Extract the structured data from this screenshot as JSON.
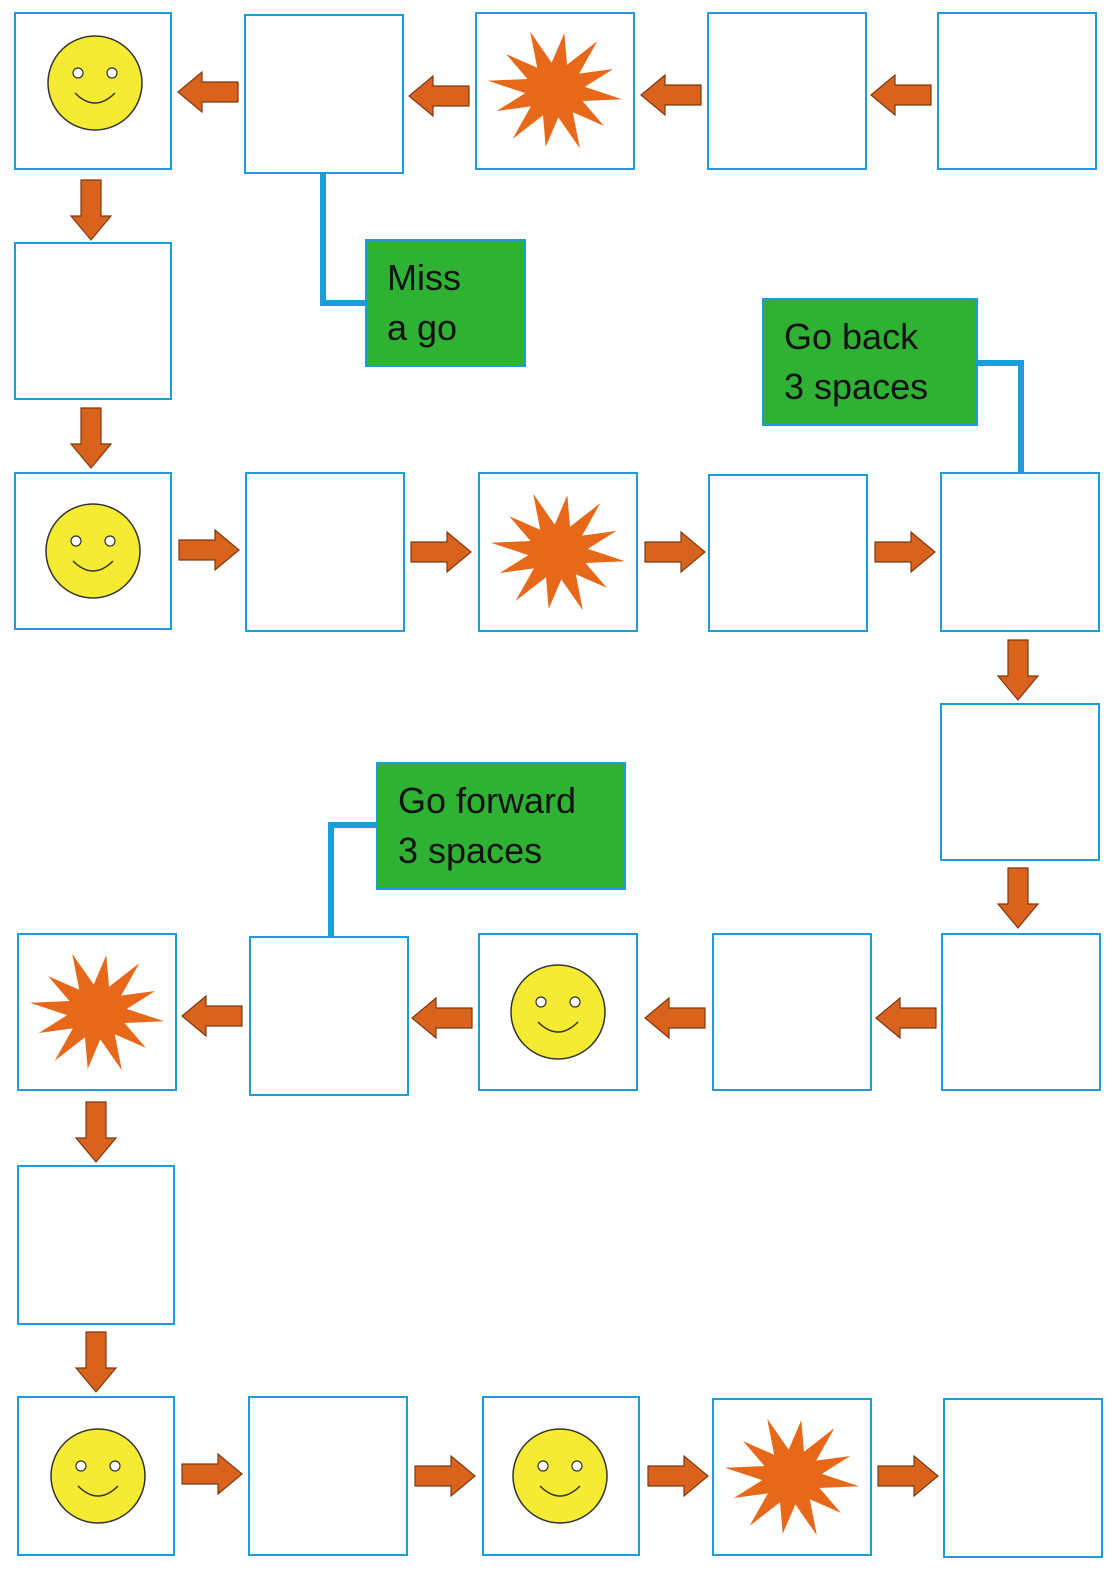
{
  "board": {
    "space_color": "#1d9bdb",
    "arrow_color": "#d9621d",
    "spaces": [
      {
        "icon": "smiley"
      },
      {
        "icon": "none"
      },
      {
        "icon": "star"
      },
      {
        "icon": "none"
      },
      {
        "icon": "none"
      },
      {
        "icon": "none"
      },
      {
        "icon": "smiley"
      },
      {
        "icon": "none"
      },
      {
        "icon": "star"
      },
      {
        "icon": "none"
      },
      {
        "icon": "none"
      },
      {
        "icon": "none"
      },
      {
        "icon": "star"
      },
      {
        "icon": "none"
      },
      {
        "icon": "smiley"
      },
      {
        "icon": "none"
      },
      {
        "icon": "none"
      },
      {
        "icon": "none"
      },
      {
        "icon": "smiley"
      },
      {
        "icon": "none"
      },
      {
        "icon": "smiley"
      },
      {
        "icon": "star"
      },
      {
        "icon": "none"
      }
    ]
  },
  "labels": {
    "miss_a_go": {
      "line1": "Miss",
      "line2": "a go",
      "color": "#2fb234"
    },
    "go_back": {
      "line1": "Go back",
      "line2": "3 spaces",
      "color": "#2fb234"
    },
    "go_forward": {
      "line1": "Go forward",
      "line2": "3 spaces",
      "color": "#2fb234"
    }
  },
  "icons": {
    "smiley": {
      "name": "smiley-face-icon",
      "color": "#f5eb32"
    },
    "star": {
      "name": "star-burst-icon",
      "color": "#e8681a"
    }
  }
}
